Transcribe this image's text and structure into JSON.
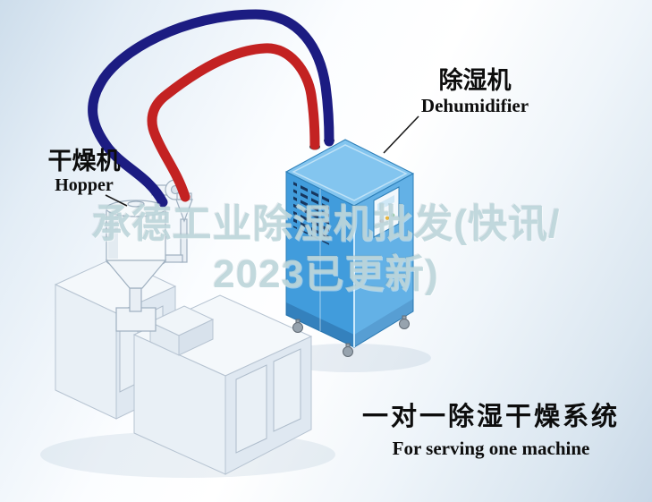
{
  "labels": {
    "hopper": {
      "cn": "干燥机",
      "en": "Hopper"
    },
    "dehumidifier": {
      "cn": "除湿机",
      "en": "Dehumidifier"
    }
  },
  "caption": {
    "cn": "一对一除湿干燥系统",
    "en": "For serving one machine"
  },
  "watermark": {
    "line1": "承德工业除湿机批发(快讯/",
    "line2": "2023已更新)"
  },
  "colors": {
    "pipe_blue": "#1c1c82",
    "pipe_red": "#c32222",
    "cabinet_top": "#83c5ef",
    "cabinet_front": "#419cdc",
    "cabinet_side": "#63b1e6",
    "vent_slot": "#17365e",
    "machine_top": "#f4f8fb",
    "machine_front": "#e9f0f6",
    "machine_side": "#dfe8f1",
    "watermark": "rgba(186,212,216,0.85)"
  }
}
